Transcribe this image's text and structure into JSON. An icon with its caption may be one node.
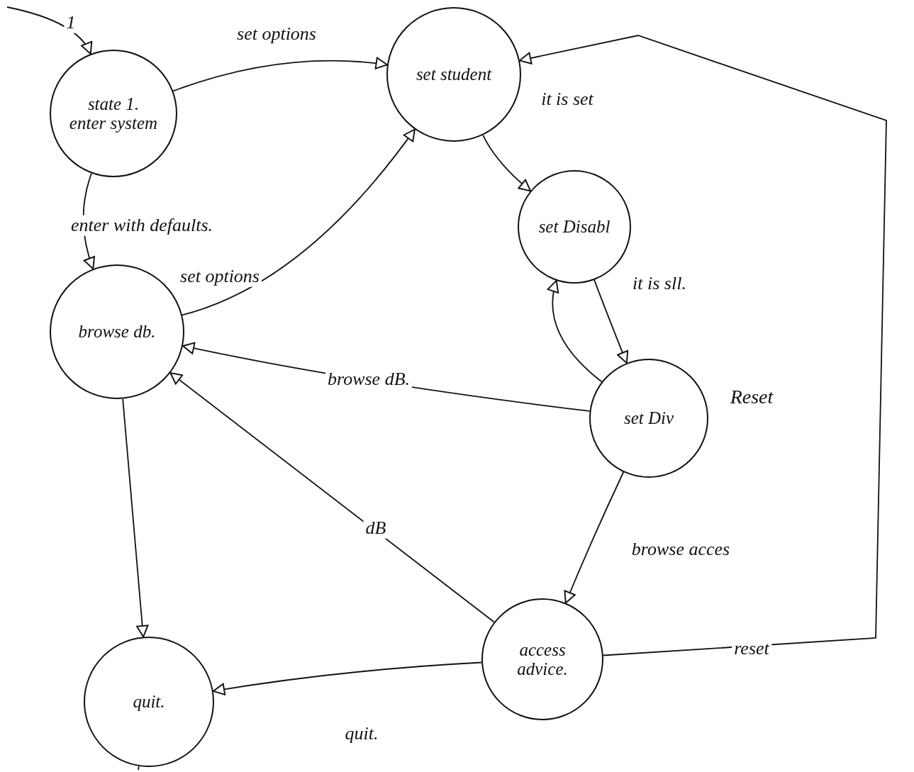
{
  "diagram": {
    "nodes": [
      {
        "text": [
          "state 1.",
          "enter system"
        ]
      },
      {
        "text": [
          "set student"
        ]
      },
      {
        "text": [
          "set Disabl"
        ]
      },
      {
        "text": [
          "browse db."
        ]
      },
      {
        "text": [
          "set Div"
        ]
      },
      {
        "text": [
          "access advice."
        ]
      },
      {
        "text": [
          "quit."
        ]
      }
    ],
    "edges": [
      {
        "from": null,
        "to": 0,
        "arrow": "to",
        "label": "1"
      },
      {
        "from": 0,
        "to": 1,
        "arrow": "to",
        "label": "set options"
      },
      {
        "from": 0,
        "to": 3,
        "arrow": "to",
        "label": "enter with defaults."
      },
      {
        "from": 3,
        "to": 1,
        "arrow": "to",
        "label": "set options"
      },
      {
        "from": 1,
        "to": 2,
        "arrow": "to",
        "label": "it is set"
      },
      {
        "from": 2,
        "to": 4,
        "arrow": "to",
        "label": "it is sll."
      },
      {
        "from": 4,
        "to": 2,
        "arrow": "to"
      },
      {
        "from": 4,
        "to": 3,
        "arrow": "to",
        "label": "browse dB."
      },
      {
        "from": 4,
        "to": 5,
        "arrow": "to",
        "label": "browse acces"
      },
      {
        "from": 5,
        "to": 3,
        "arrow": "to",
        "label": "dB"
      },
      {
        "from": 3,
        "to": 6,
        "arrow": "to"
      },
      {
        "from": 5,
        "to": 6,
        "arrow": "to",
        "label": "quit."
      },
      {
        "from": 5,
        "to": 1,
        "arrow": "to",
        "label": "reset"
      },
      {
        "from": 6,
        "to": null,
        "arrow": "none"
      }
    ],
    "labels": [
      "Reset"
    ]
  }
}
